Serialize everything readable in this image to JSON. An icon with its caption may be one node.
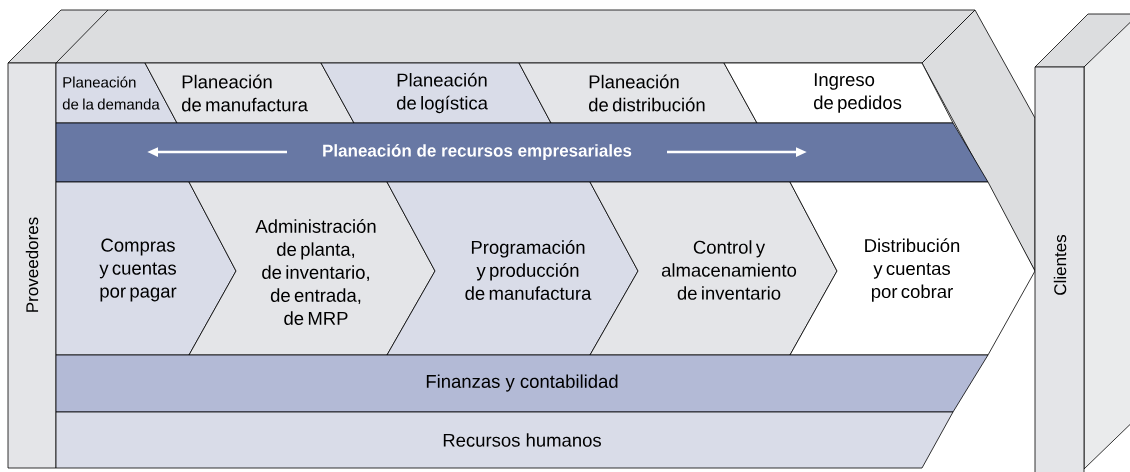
{
  "diagram": {
    "nodes": [
      {
        "text": [
          "Proveedores"
        ]
      },
      {
        "text": [
          "Planeación de la demanda"
        ]
      },
      {
        "text": [
          "Planeación de manufactura"
        ]
      },
      {
        "text": [
          "Planeación de logística"
        ]
      },
      {
        "text": [
          "Planeación de distribución"
        ]
      },
      {
        "text": [
          "Ingreso de pedidos"
        ]
      },
      {
        "text": [
          "Planeación de recursos empresariales"
        ]
      },
      {
        "text": [
          "Compras y cuentas por pagar"
        ]
      },
      {
        "text": [
          "Administración de planta, de inventario, de entrada, de MRP"
        ]
      },
      {
        "text": [
          "Programación y producción de manufactura"
        ]
      },
      {
        "text": [
          "Control y almacenamiento de inventario"
        ]
      },
      {
        "text": [
          "Distribución y cuentas por cobrar"
        ]
      },
      {
        "text": [
          "Finanzas y contabilidad"
        ]
      },
      {
        "text": [
          "Recursos humanos"
        ]
      },
      {
        "text": [
          "Clientes"
        ]
      }
    ]
  }
}
